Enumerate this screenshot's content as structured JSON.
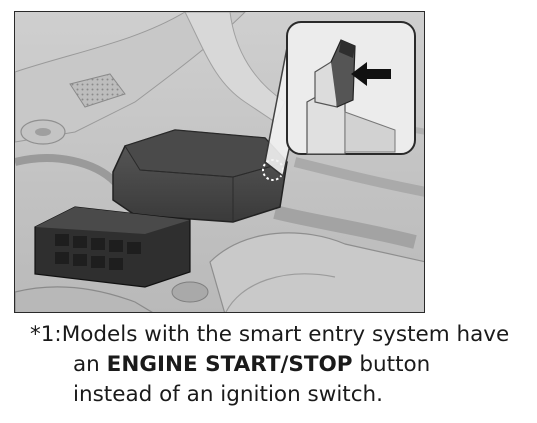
{
  "footnote": {
    "marker": "*1:",
    "line1": "Models with the smart entry system have",
    "line2_prefix": "an ",
    "line2_bold": "ENGINE START/STOP",
    "line2_suffix": " button",
    "line3": "instead of an ignition switch."
  },
  "figure": {
    "subject": "engine compartment with fuse box",
    "inset_icon": "arrow-pointing-left-icon"
  }
}
